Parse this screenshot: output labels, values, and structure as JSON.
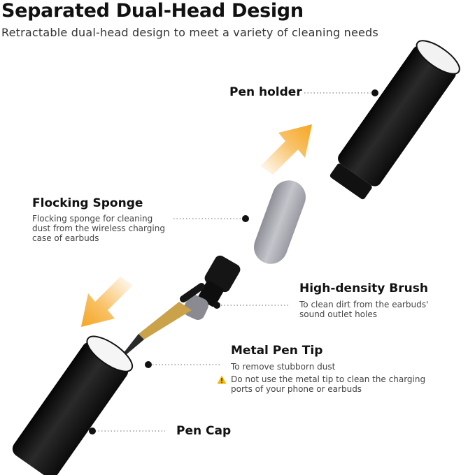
{
  "header": {
    "title": "Separated Dual-Head Design",
    "subtitle": "Retractable dual-head design to meet a variety of cleaning needs"
  },
  "callouts": {
    "pen_holder": {
      "label": "Pen holder"
    },
    "flocking_sponge": {
      "label": "Flocking Sponge",
      "description": [
        "Flocking sponge for cleaning",
        "dust from the wireless charging",
        "case of earbuds"
      ]
    },
    "brush": {
      "label": "High-density Brush",
      "description": [
        "To clean dirt from the earbuds'",
        "sound outlet holes"
      ]
    },
    "metal_tip": {
      "label": "Metal Pen Tip",
      "description": "To remove stubborn dust",
      "warning": [
        "Do not use the metal tip to clean the charging",
        "ports of your phone or earbuds"
      ]
    },
    "pen_cap": {
      "label": "Pen Cap"
    }
  },
  "colors": {
    "arrow": "#f5a623",
    "body": "#151515",
    "sponge": "#b9b9c0",
    "gold": "#c9a24a",
    "warning": "#f2b705"
  }
}
